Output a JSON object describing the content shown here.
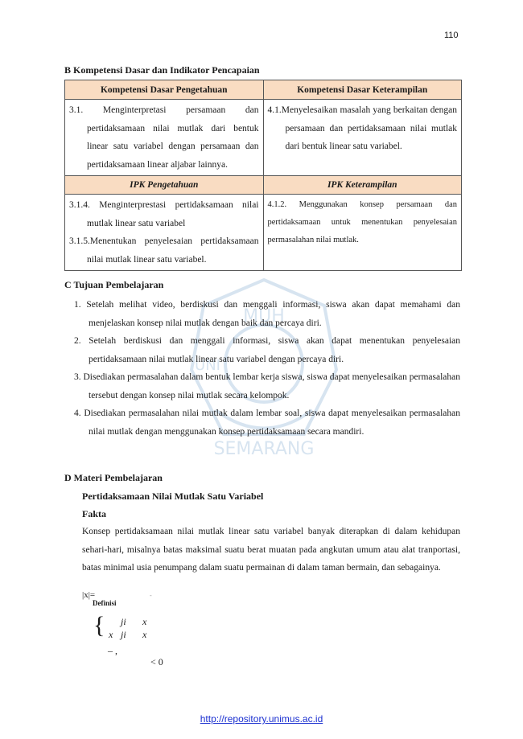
{
  "page_number": "110",
  "section_b": {
    "title": "B    Kompetensi Dasar dan Indikator Pencapaian",
    "table": {
      "head_left": "Kompetensi Dasar Pengetahuan",
      "head_right": "Kompetensi Dasar Keterampilan",
      "kd_left": "3.1. Menginterpretasi persamaan dan pertidaksamaan nilai mutlak dari bentuk linear satu variabel dengan persamaan dan pertidaksamaan linear aljabar lainnya.",
      "kd_right": "4.1.Menyelesaikan masalah yang berkaitan dengan persamaan dan pertidaksamaan nilai mutlak dari bentuk linear satu variabel.",
      "ipk_left_head": "IPK Pengetahuan",
      "ipk_right_head": "IPK Keterampilan",
      "ipk_left_1": "3.1.4. Menginterprestasi pertidaksamaan nilai mutlak linear satu variabel",
      "ipk_left_2": "3.1.5.Menentukan penyelesaian pertidaksamaan nilai mutlak linear satu variabel.",
      "ipk_right_1": "4.1.2. Menggunakan konsep persamaan dan pertidaksamaan untuk menentukan penyelesaian permasalahan nilai mutlak."
    }
  },
  "section_c": {
    "title": "C    Tujuan Pembelajaran",
    "items": [
      "1. Setelah melihat video, berdiskusi dan menggali informasi, siswa akan dapat memahami dan menjelaskan konsep nilai mutlak dengan baik dan percaya diri.",
      "2. Setelah berdiskusi dan menggali informasi, siswa akan dapat menentukan penyelesaian pertidaksamaan nilai mutlak linear satu variabel dengan percaya diri.",
      "3. Disediakan permasalahan dalam bentuk lembar kerja siswa, siswa dapat menyelesaikan permasalahan tersebut dengan konsep nilai mutlak secara kelompok.",
      "4. Disediakan permasalahan nilai mutlak dalam lembar soal, siswa dapat menyelesaikan permasalahan nilai mutlak dengan menggunakan konsep pertidaksamaan secara mandiri."
    ]
  },
  "section_d": {
    "title": "D    Materi Pembelajaran",
    "subtitle": "Pertidaksamaan Nilai Mutlak Satu Variabel",
    "fakta_title": "Fakta",
    "fakta_text": "Konsep pertidaksamaan nilai mutlak linear satu variabel banyak diterapkan di dalam kehidupan sehari-hari, misalnya batas maksimal suatu berat muatan pada angkutan umum atau alat tranportasi, batas minimal usia penumpang dalam suatu permainan di dalam taman bermain, dan sebagainya.",
    "abs_label": "|x|=",
    "definisi": "Definisi",
    "frag_dot": "-",
    "row1_a": "ji",
    "row1_b": "x",
    "row2_a": "x",
    "row2_b": "ji",
    "row2_c": "x",
    "row3": "– ,",
    "lt_zero": "< 0"
  },
  "watermark": {
    "top_text": "MUH",
    "bottom_text": "SEMARANG",
    "side_text": "UNI"
  },
  "footer": {
    "link": "http://repository.unimus.ac.id"
  }
}
